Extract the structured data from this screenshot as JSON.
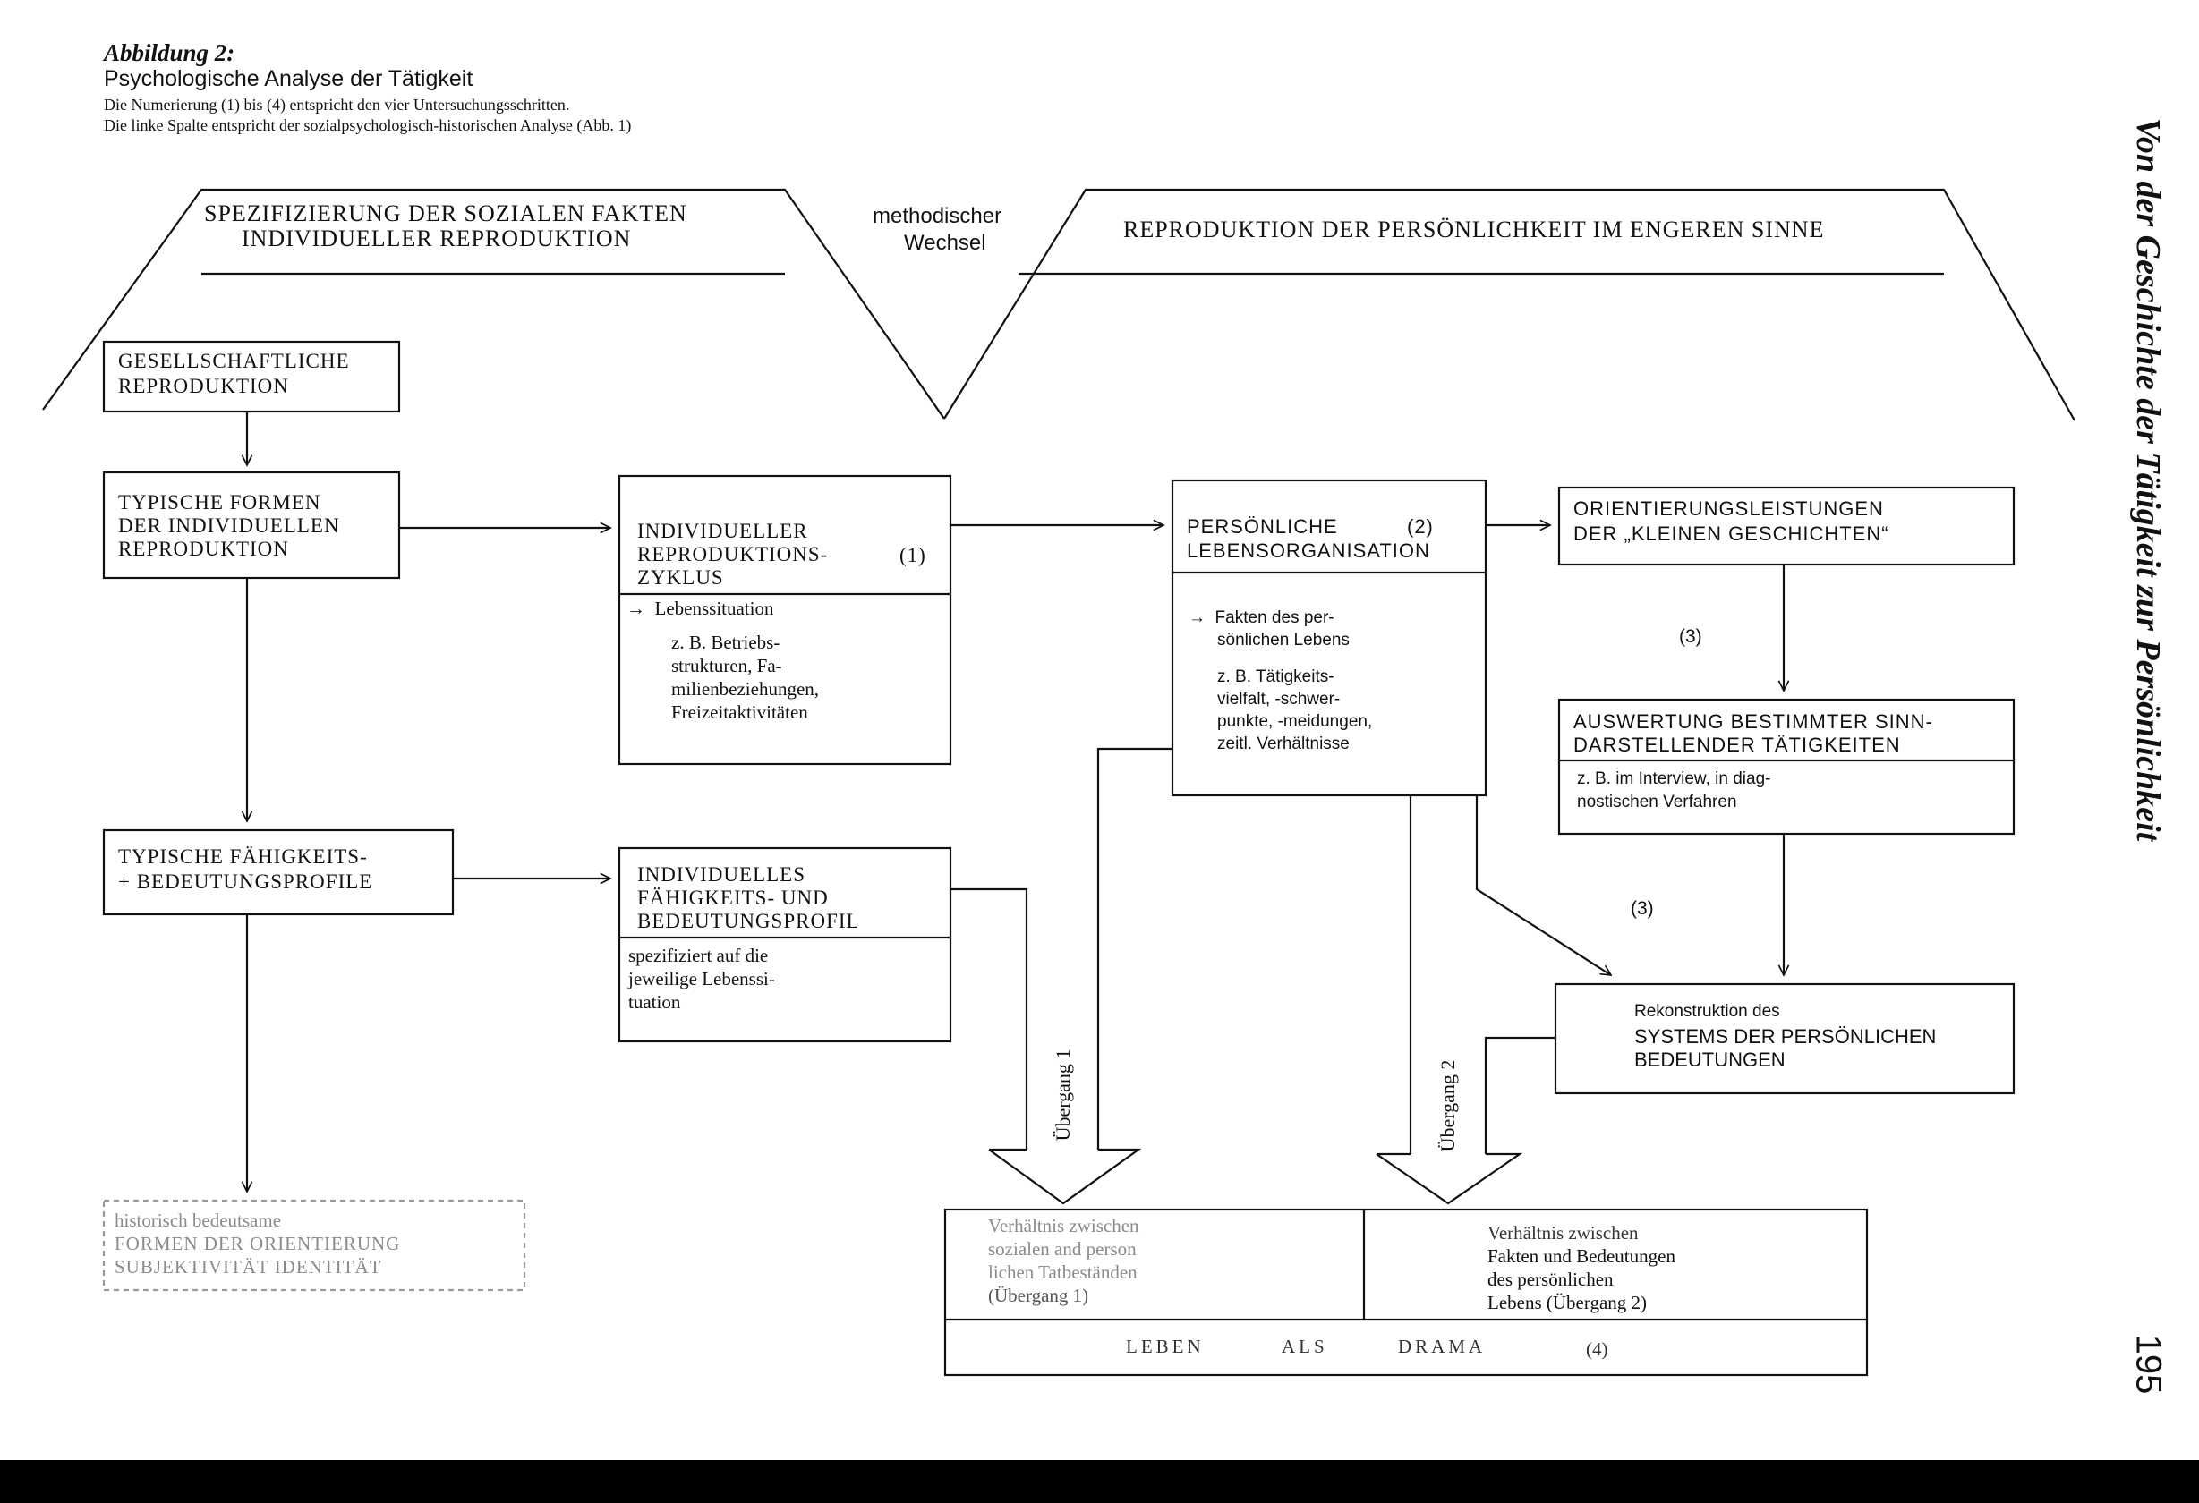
{
  "caption": {
    "figure_label": "Abbildung 2:",
    "title": "Psychologische Analyse der Tätigkeit",
    "note1": "Die Numerierung (1) bis (4) entspricht den vier Untersuchungsschritten.",
    "note2": "Die linke Spalte entspricht der sozialpsychologisch-historischen Analyse (Abb. 1)"
  },
  "header": {
    "left": [
      "SPEZIFIZIERUNG DER SOZIALEN FAKTEN",
      "INDIVIDUELLER REPRODUKTION"
    ],
    "middle": [
      "methodischer",
      "Wechsel"
    ],
    "right": "REPRODUKTION DER PERSÖNLICHKEIT IM ENGEREN SINNE"
  },
  "boxes": {
    "gesellschaftlich": [
      "GESELLSCHAFTLICHE",
      "REPRODUKTION"
    ],
    "typische_formen": [
      "TYPISCHE FORMEN",
      "DER INDIVIDUELLEN",
      "REPRODUKTION"
    ],
    "typische_profile": [
      "TYPISCHE FÄHIGKEITS-",
      "+ BEDEUTUNGSPROFILE"
    ],
    "historisch": [
      "historisch bedeutsame",
      "FORMEN DER ORIENTIERUNG",
      "SUBJEKTIVITÄT IDENTITÄT"
    ],
    "zyklus": {
      "title": [
        "INDIVIDUELLER",
        "REPRODUKTIONS-",
        "ZYKLUS"
      ],
      "num": "(1)",
      "body": [
        "→  Lebenssituation",
        "z. B. Betriebs-",
        "strukturen, Fa-",
        "milienbeziehungen,",
        "Freizeitaktivitäten"
      ]
    },
    "profil": {
      "title": [
        "INDIVIDUELLES",
        "FÄHIGKEITS- UND",
        "BEDEUTUNGSPROFIL"
      ],
      "body": [
        "spezifiziert auf die",
        "jeweilige Lebenssi-",
        "tuation"
      ]
    },
    "lebensorg": {
      "title": [
        "PERSÖNLICHE",
        "LEBENSORGANISATION"
      ],
      "num": "(2)",
      "body": [
        "→  Fakten des per-",
        "sönlichen Lebens",
        "z. B. Tätigkeits-",
        "vielfalt, -schwer-",
        "punkte, -meidungen,",
        "zeitl. Verhältnisse"
      ]
    },
    "orientierung": [
      "ORIENTIERUNGSLEISTUNGEN",
      "DER „KLEINEN GESCHICHTEN“"
    ],
    "auswertung": {
      "title": [
        "AUSWERTUNG BESTIMMTER SINN-",
        "DARSTELLENDER TÄTIGKEITEN"
      ],
      "body": [
        "z. B. im Interview, in diag-",
        "nostischen Verfahren"
      ]
    },
    "rekonstruktion": [
      "Rekonstruktion des",
      "SYSTEMS DER PERSÖNLICHEN",
      "BEDEUTUNGEN"
    ],
    "verhaeltnis_left": [
      "Verhältnis zwischen",
      "sozialen and person",
      "lichen Tatbeständen",
      "(Übergang 1)"
    ],
    "verhaeltnis_right": [
      "Verhältnis zwischen",
      "Fakten und Bedeutungen",
      "des persönlichen",
      "Lebens (Übergang 2)"
    ],
    "bottom": {
      "w1": "LEBEN",
      "w2": "ALS",
      "w3": "DRAMA",
      "num": "(4)"
    }
  },
  "labels": {
    "step3a": "(3)",
    "step3b": "(3)",
    "uebergang1": "Übergang 1",
    "uebergang2": "Übergang 2"
  },
  "side": {
    "title": "Von der Geschichte der Tätigkeit zur Persönlichkeit",
    "page": "195"
  }
}
